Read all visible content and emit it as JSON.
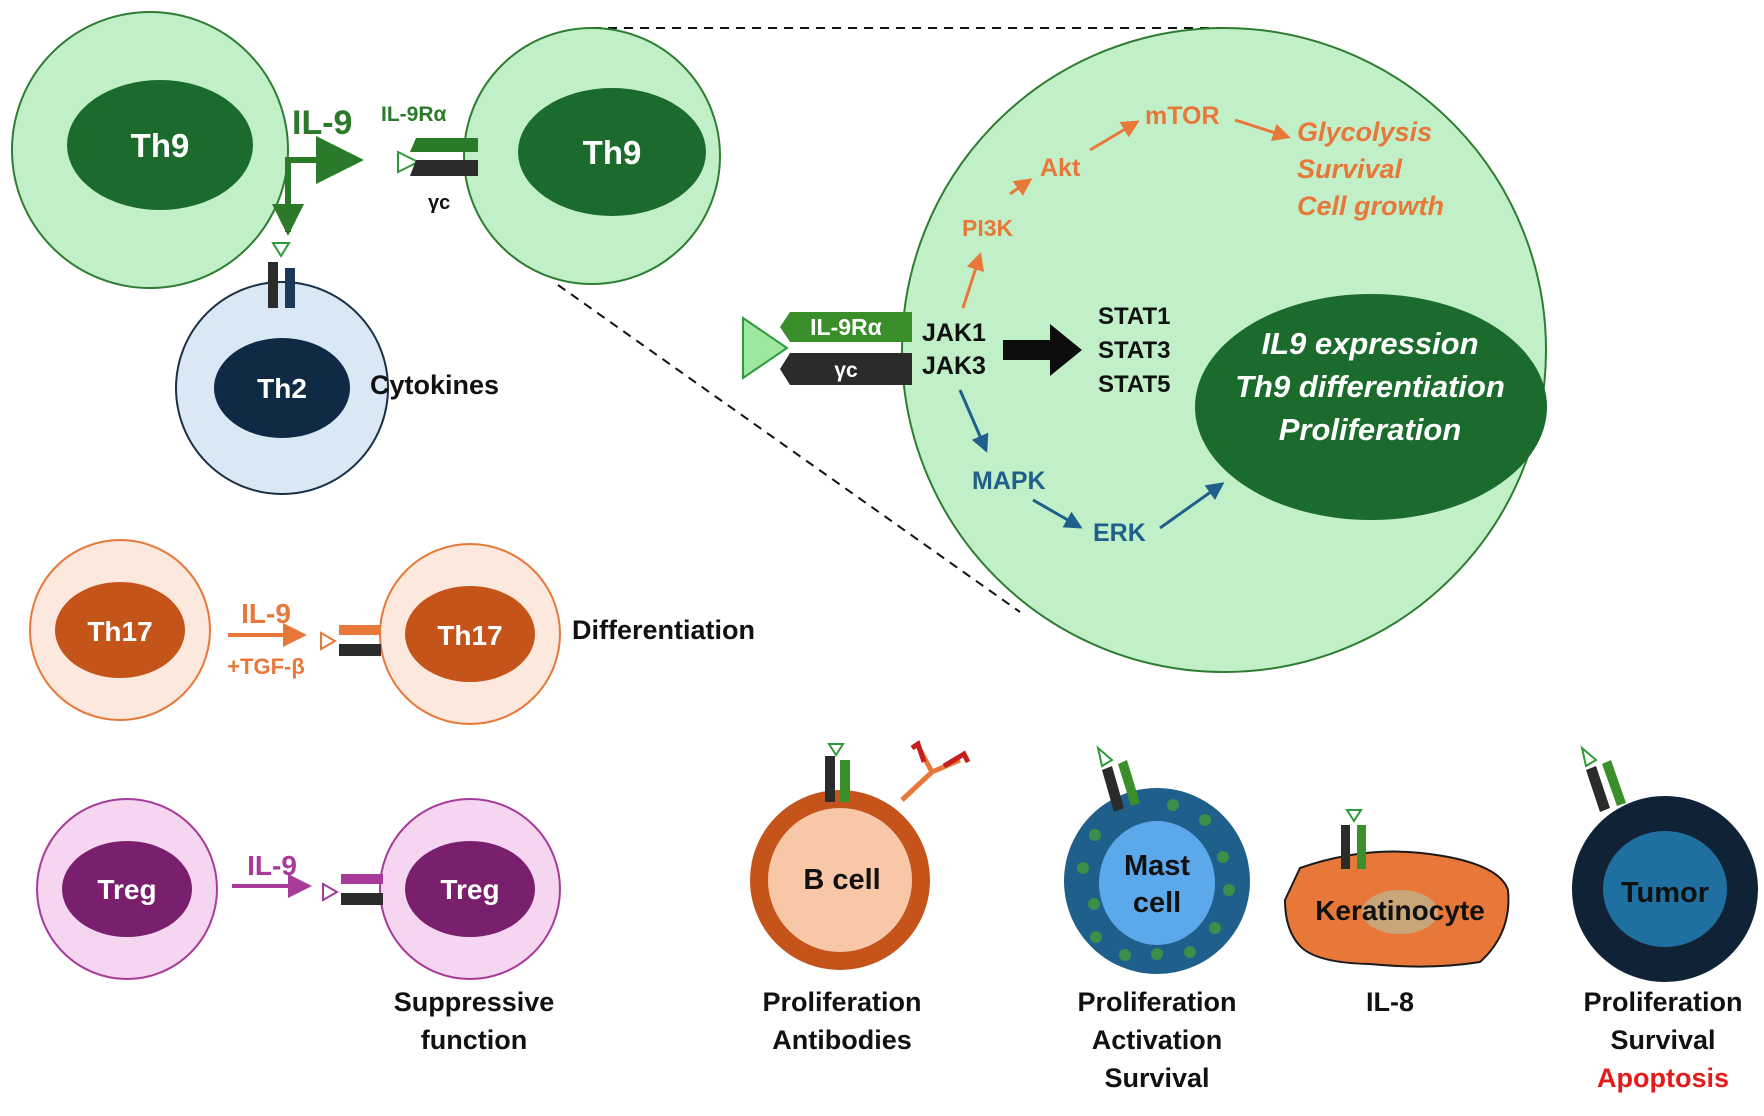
{
  "labels": {
    "th9_left": "Th9",
    "th9_right": "Th9",
    "il9_main": "IL-9",
    "il9ra_small": "IL-9Rα",
    "gc_small": "γc",
    "th2": "Th2",
    "cytokines": "Cytokines",
    "th17_left": "Th17",
    "th17_right": "Th17",
    "il9_th17": "IL-9",
    "tgfb": "+TGF-β",
    "differentiation": "Differentiation",
    "treg_left": "Treg",
    "treg_right": "Treg",
    "il9_treg": "IL-9",
    "suppressive_1": "Suppressive",
    "suppressive_2": "function"
  },
  "zoom": {
    "il9ra": "IL-9Rα",
    "gc": "γc",
    "jak1": "JAK1",
    "jak3": "JAK3",
    "pi3k": "PI3K",
    "akt": "Akt",
    "mtor": "mTOR",
    "mtor_outcomes": [
      "Glycolysis",
      "Survival",
      "Cell growth"
    ],
    "stats": [
      "STAT1",
      "STAT3",
      "STAT5"
    ],
    "nucleus_outcomes": [
      "IL9 expression",
      "Th9 differentiation",
      "Proliferation"
    ],
    "mapk": "MAPK",
    "erk": "ERK"
  },
  "targets": {
    "bcell": {
      "name": "B cell",
      "effects": [
        "Proliferation",
        "Antibodies"
      ]
    },
    "mast": {
      "name_1": "Mast",
      "name_2": "cell",
      "effects": [
        "Proliferation",
        "Activation",
        "Survival"
      ]
    },
    "kera": {
      "name": "Keratinocyte",
      "effects": [
        "IL-8"
      ]
    },
    "tumor": {
      "name": "Tumor",
      "effects": [
        "Proliferation",
        "Survival"
      ],
      "effect_red": "Apoptosis"
    }
  },
  "colors": {
    "green_dark": "#1b6b2d",
    "green_light": "#c1f0c8",
    "orange": "#e8783a",
    "orange_dark": "#c5541a",
    "blue_path": "#1f5f8b",
    "purple": "#7a1f6e",
    "red": "#e31b1b"
  }
}
